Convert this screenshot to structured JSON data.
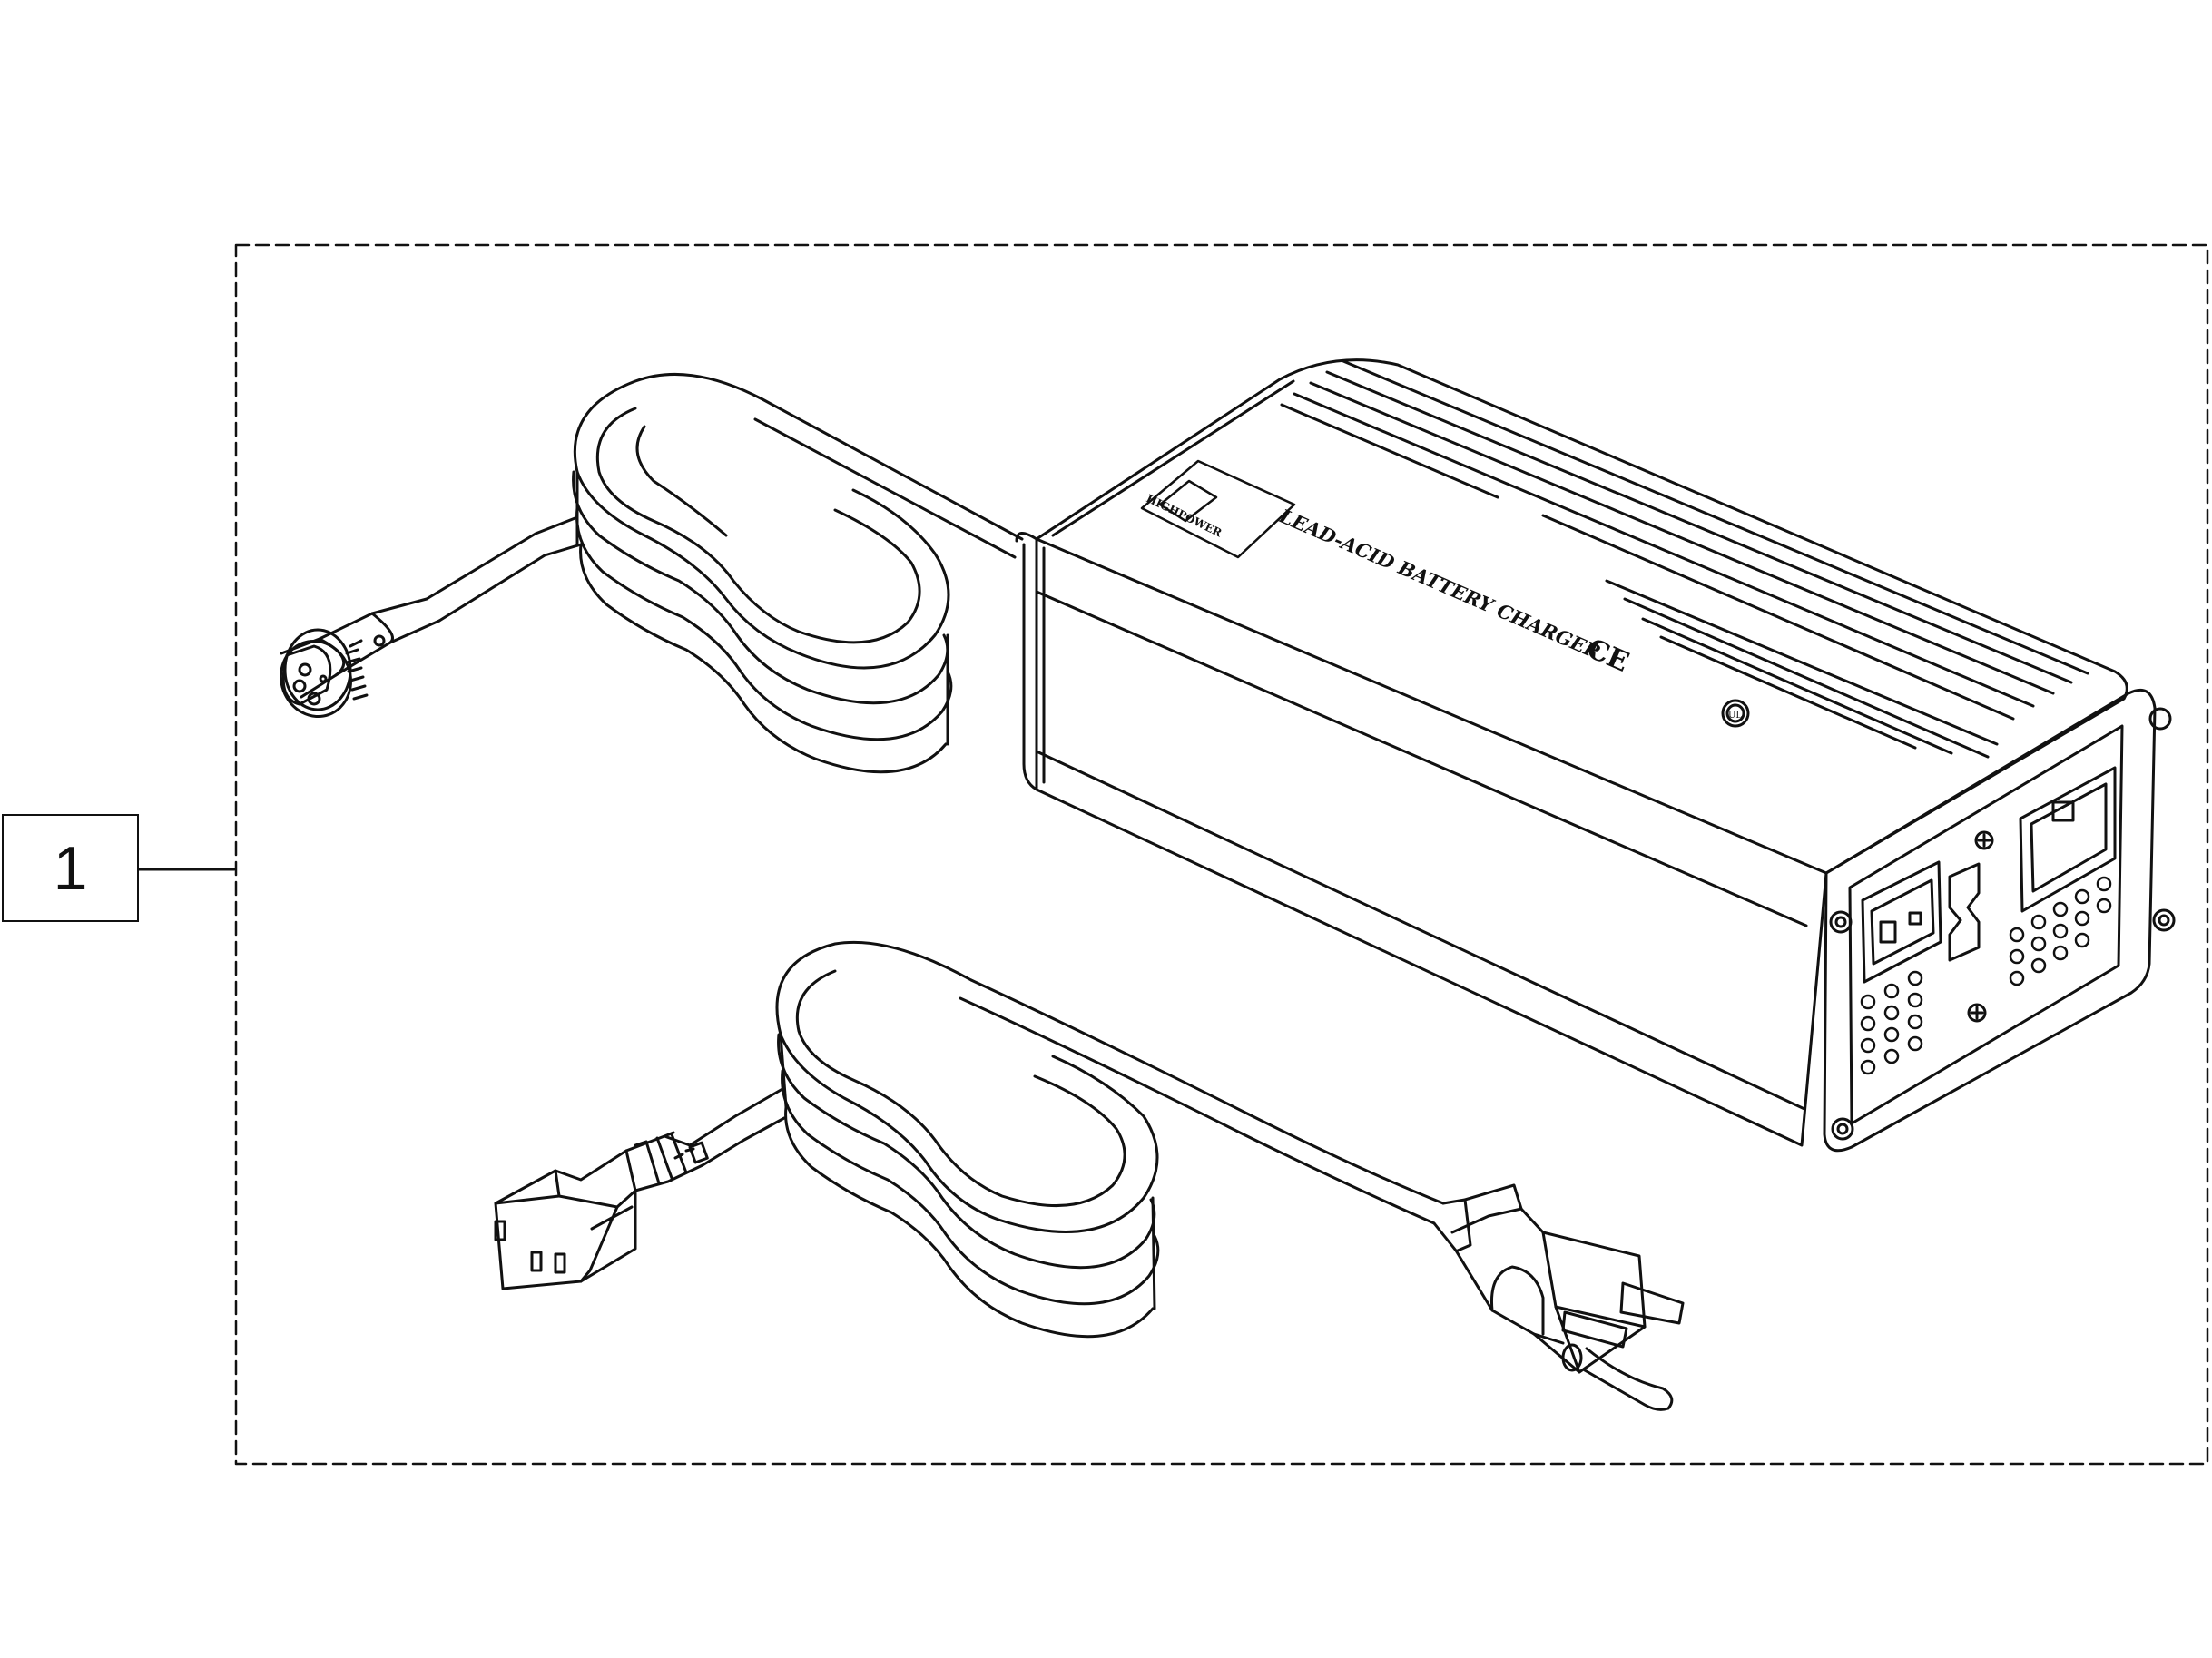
{
  "callout": {
    "number": "1"
  },
  "charger": {
    "label_text": "LEAD-ACID BATTERY CHARGER",
    "logo_text": "HIGHPOWER",
    "ce_mark": "CE",
    "ul_mark": "UL"
  },
  "colors": {
    "line": "#111111",
    "background": "#ffffff"
  }
}
